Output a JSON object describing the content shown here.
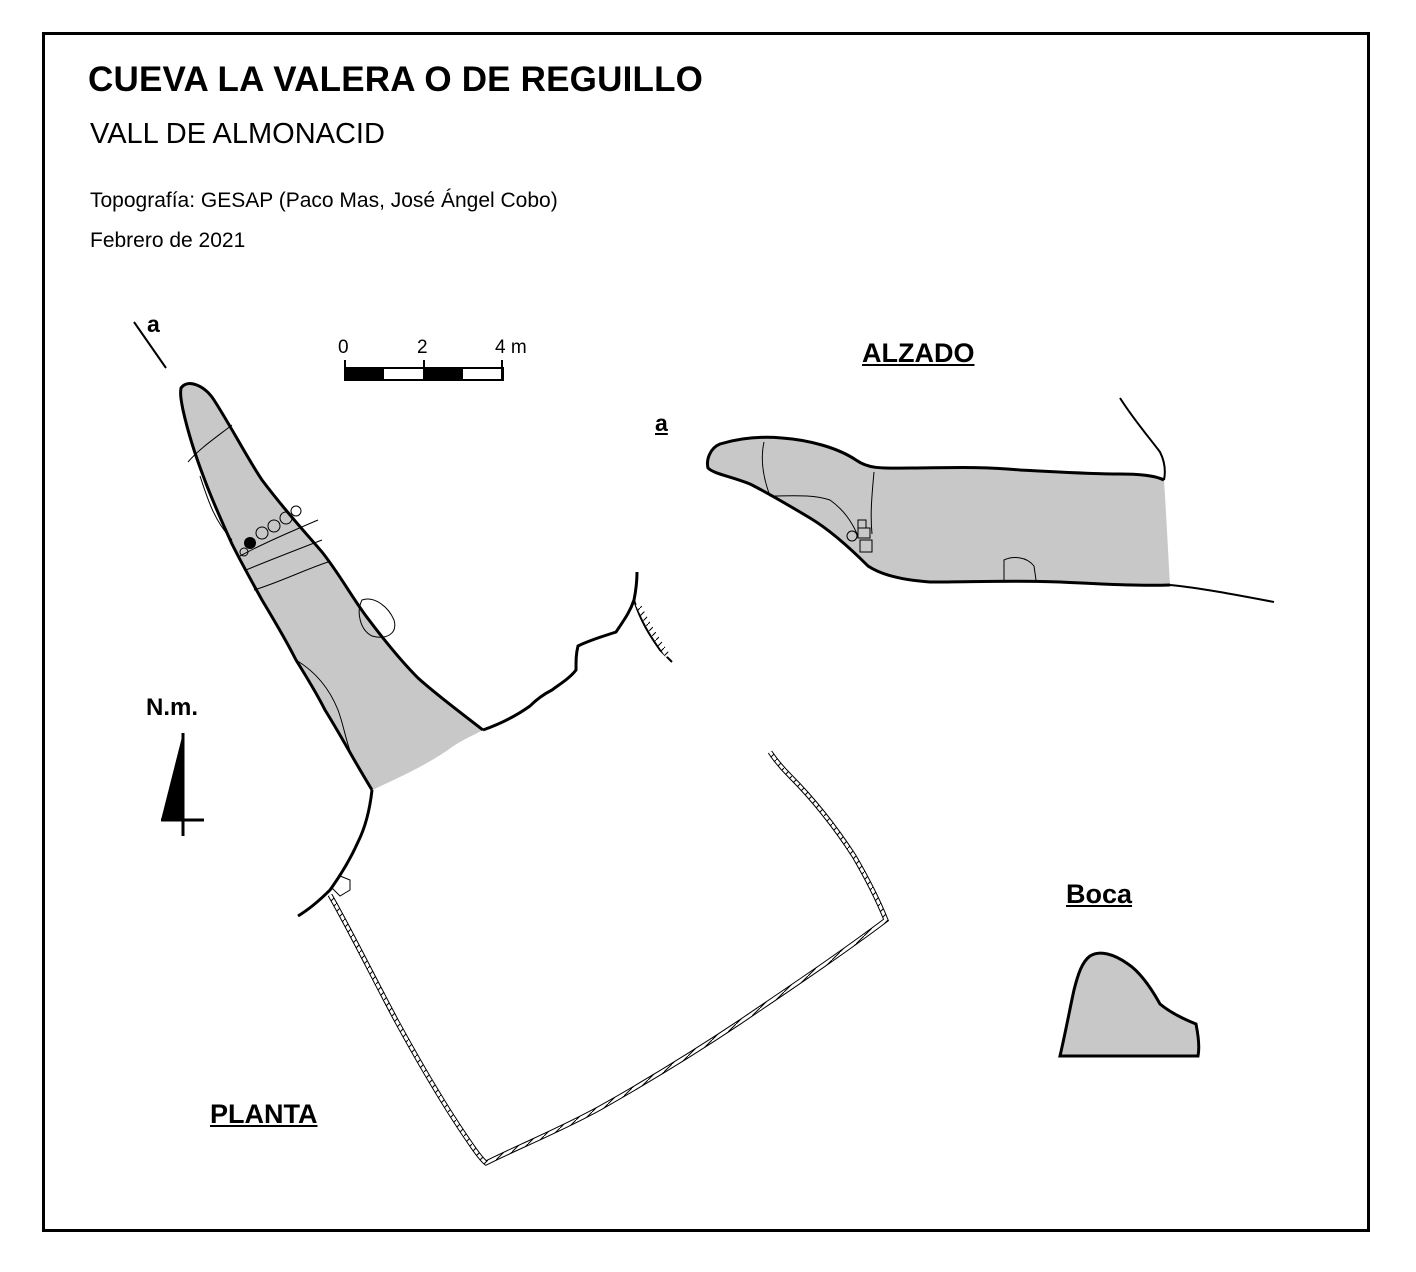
{
  "header": {
    "title": "CUEVA LA VALERA O DE REGUILLO",
    "subtitle": "VALL DE ALMONACID",
    "credits": "Topografía: GESAP (Paco Mas, José Ángel Cobo)",
    "date": "Febrero de 2021"
  },
  "views": {
    "plan_label": "PLANTA",
    "elevation_label": "ALZADO",
    "entrance_label": "Boca"
  },
  "section_marks": {
    "plan_mark": "a",
    "elevation_mark": "a"
  },
  "north_arrow": {
    "label": "N.m."
  },
  "scale_bar": {
    "ticks": [
      "0",
      "2",
      "4 m"
    ]
  },
  "colors": {
    "cave_fill": "#c8c8c8",
    "ink": "#000000"
  }
}
